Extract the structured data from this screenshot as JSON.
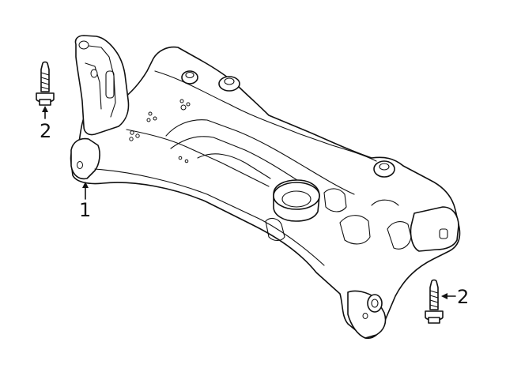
{
  "diagram": {
    "callouts": [
      {
        "id": "callout-1",
        "label": "1",
        "part": "subframe"
      },
      {
        "id": "callout-2-top",
        "label": "2",
        "part": "bolt"
      },
      {
        "id": "callout-2-bottom",
        "label": "2",
        "part": "bolt"
      }
    ],
    "colors": {
      "line": "#111111",
      "background": "#ffffff"
    }
  }
}
